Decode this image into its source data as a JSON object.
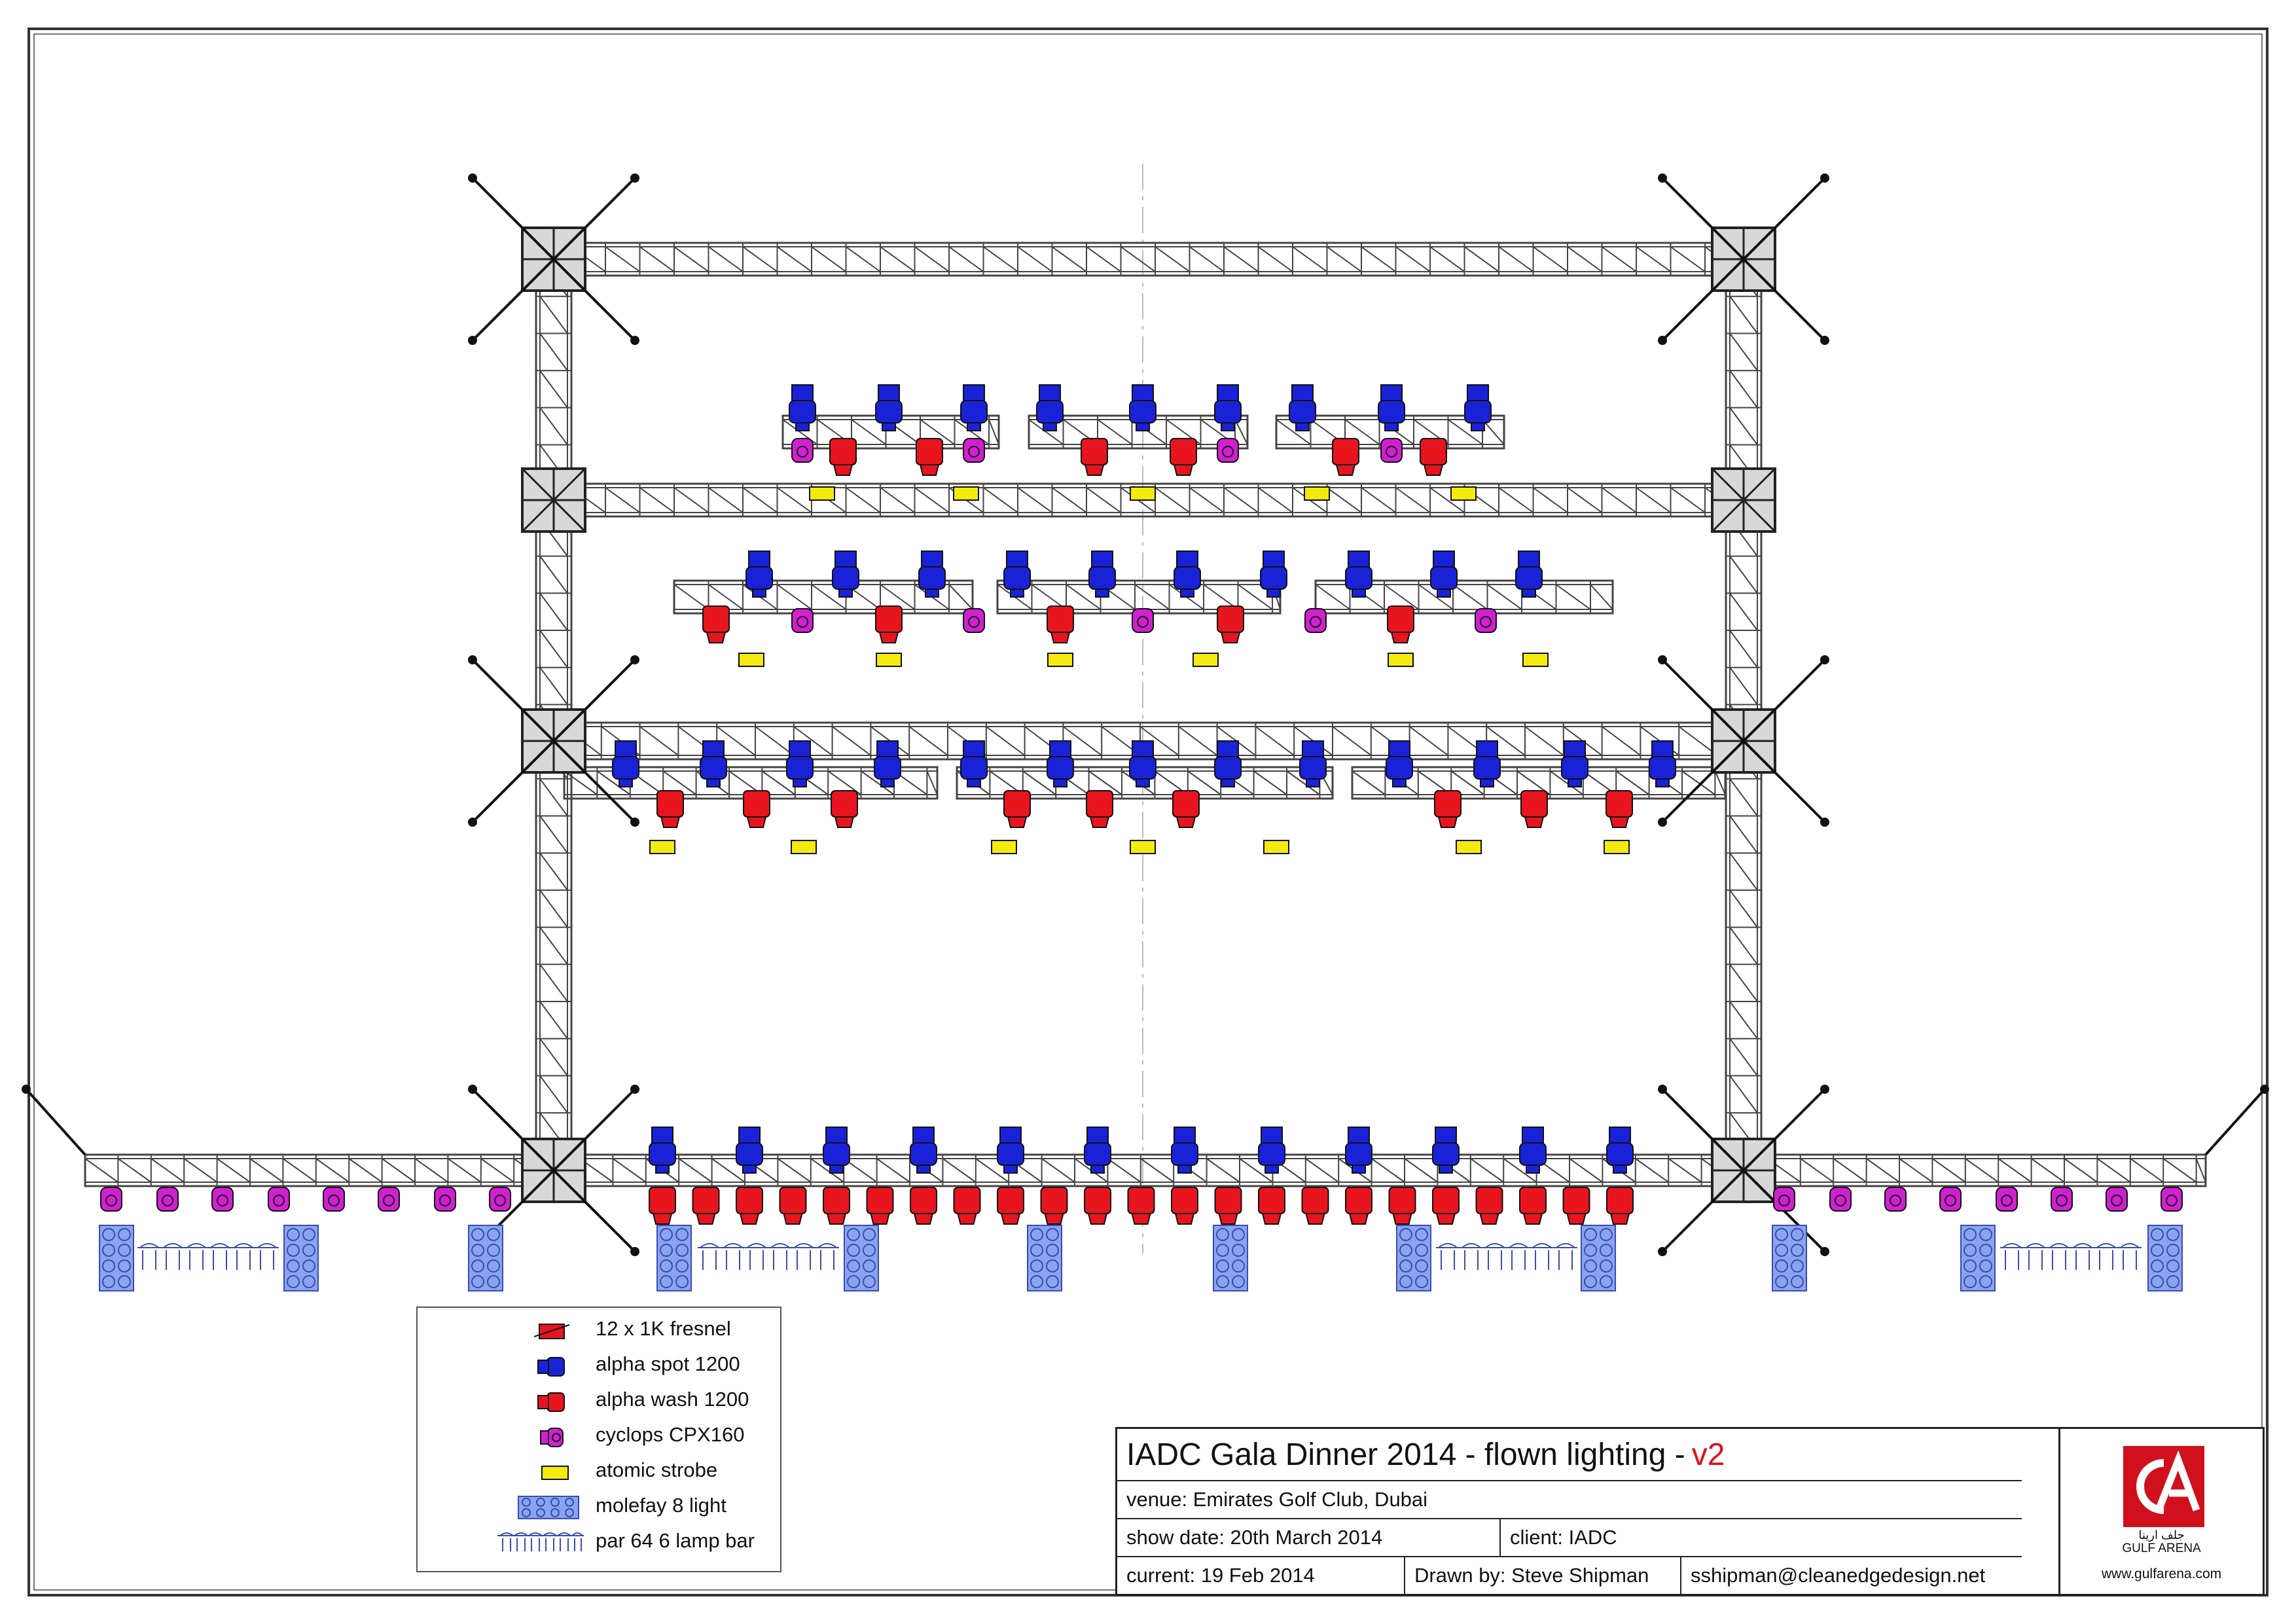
{
  "colors": {
    "fresnel": "#e8141e",
    "spot": "#1a22d8",
    "wash": "#e8141e",
    "cyclops": "#d21fd2",
    "strobe": "#f5ea10",
    "molefay": "#8aa4f0",
    "truss": "#444444",
    "brand": "#d0101c"
  },
  "legend": {
    "items": [
      {
        "key": "fresnel",
        "label": "12 x 1K fresnel",
        "icon": "fresnel-icon"
      },
      {
        "key": "spot",
        "label": "alpha spot 1200",
        "icon": "moving-head-spot-icon"
      },
      {
        "key": "wash",
        "label": "alpha wash 1200",
        "icon": "moving-head-wash-icon"
      },
      {
        "key": "cyclops",
        "label": "cyclops CPX160",
        "icon": "cyclops-icon"
      },
      {
        "key": "strobe",
        "label": "atomic strobe",
        "icon": "strobe-icon"
      },
      {
        "key": "molefay",
        "label": "molefay 8 light",
        "icon": "molefay-icon"
      },
      {
        "key": "par",
        "label": "par 64 6 lamp bar",
        "icon": "par-bar-icon"
      }
    ]
  },
  "title_block": {
    "title": "IADC Gala Dinner 2014 - flown lighting -",
    "version": "v2",
    "venue": "venue: Emirates Golf Club, Dubai",
    "show_date": "show date: 20th March 2014",
    "client": "client: IADC",
    "current": "current: 19 Feb 2014",
    "drawn_by": "Drawn by: Steve Shipman",
    "email": "sshipman@cleanedgedesign.net",
    "logo_arabic": "جلف ارينا",
    "logo_name": "GULF ARENA",
    "website": "www.gulfarena.com"
  }
}
